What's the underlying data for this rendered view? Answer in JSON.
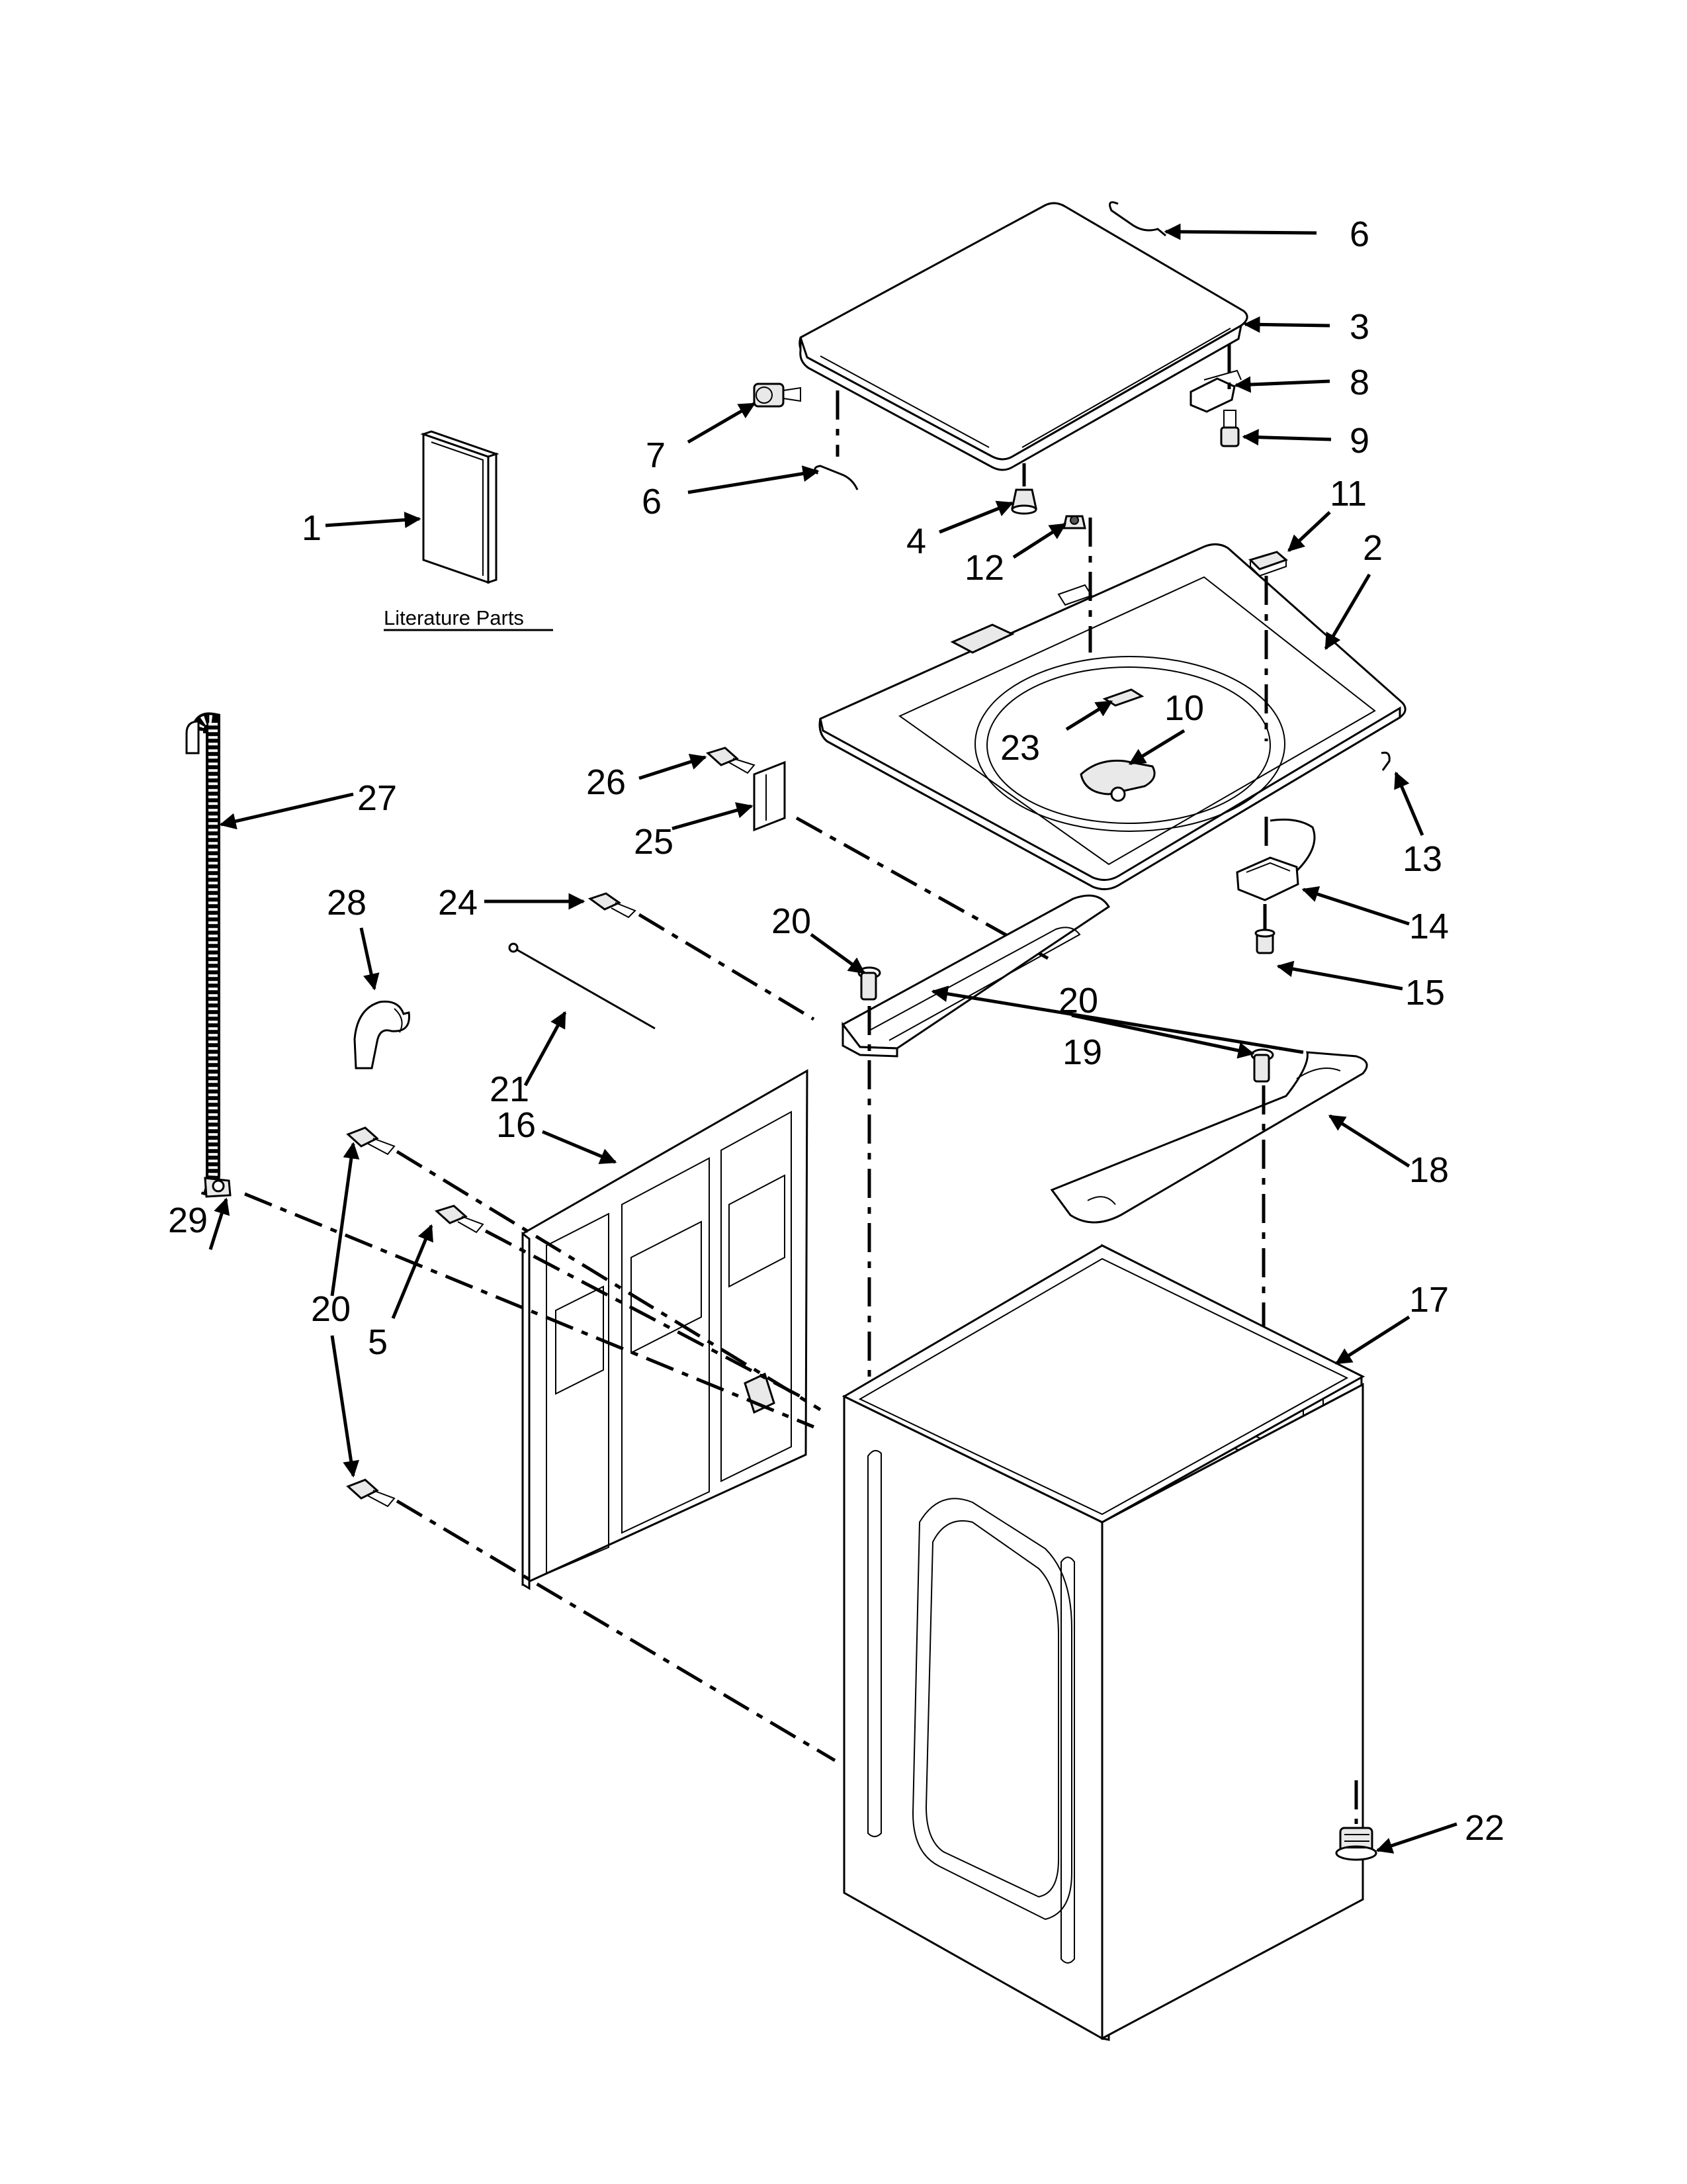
{
  "literature": {
    "label": "Literature Parts"
  },
  "callouts": {
    "c1": "1",
    "c2": "2",
    "c3": "3",
    "c4": "4",
    "c5": "5",
    "c6a": "6",
    "c6b": "6",
    "c7": "7",
    "c8": "8",
    "c9": "9",
    "c10": "10",
    "c11": "11",
    "c12": "12",
    "c13": "13",
    "c14": "14",
    "c15": "15",
    "c16": "16",
    "c17": "17",
    "c18": "18",
    "c19": "19",
    "c20a": "20",
    "c20b": "20",
    "c20c": "20",
    "c21": "21",
    "c22": "22",
    "c23": "23",
    "c24": "24",
    "c25": "25",
    "c26": "26",
    "c27": "27",
    "c28": "28",
    "c29": "29"
  }
}
